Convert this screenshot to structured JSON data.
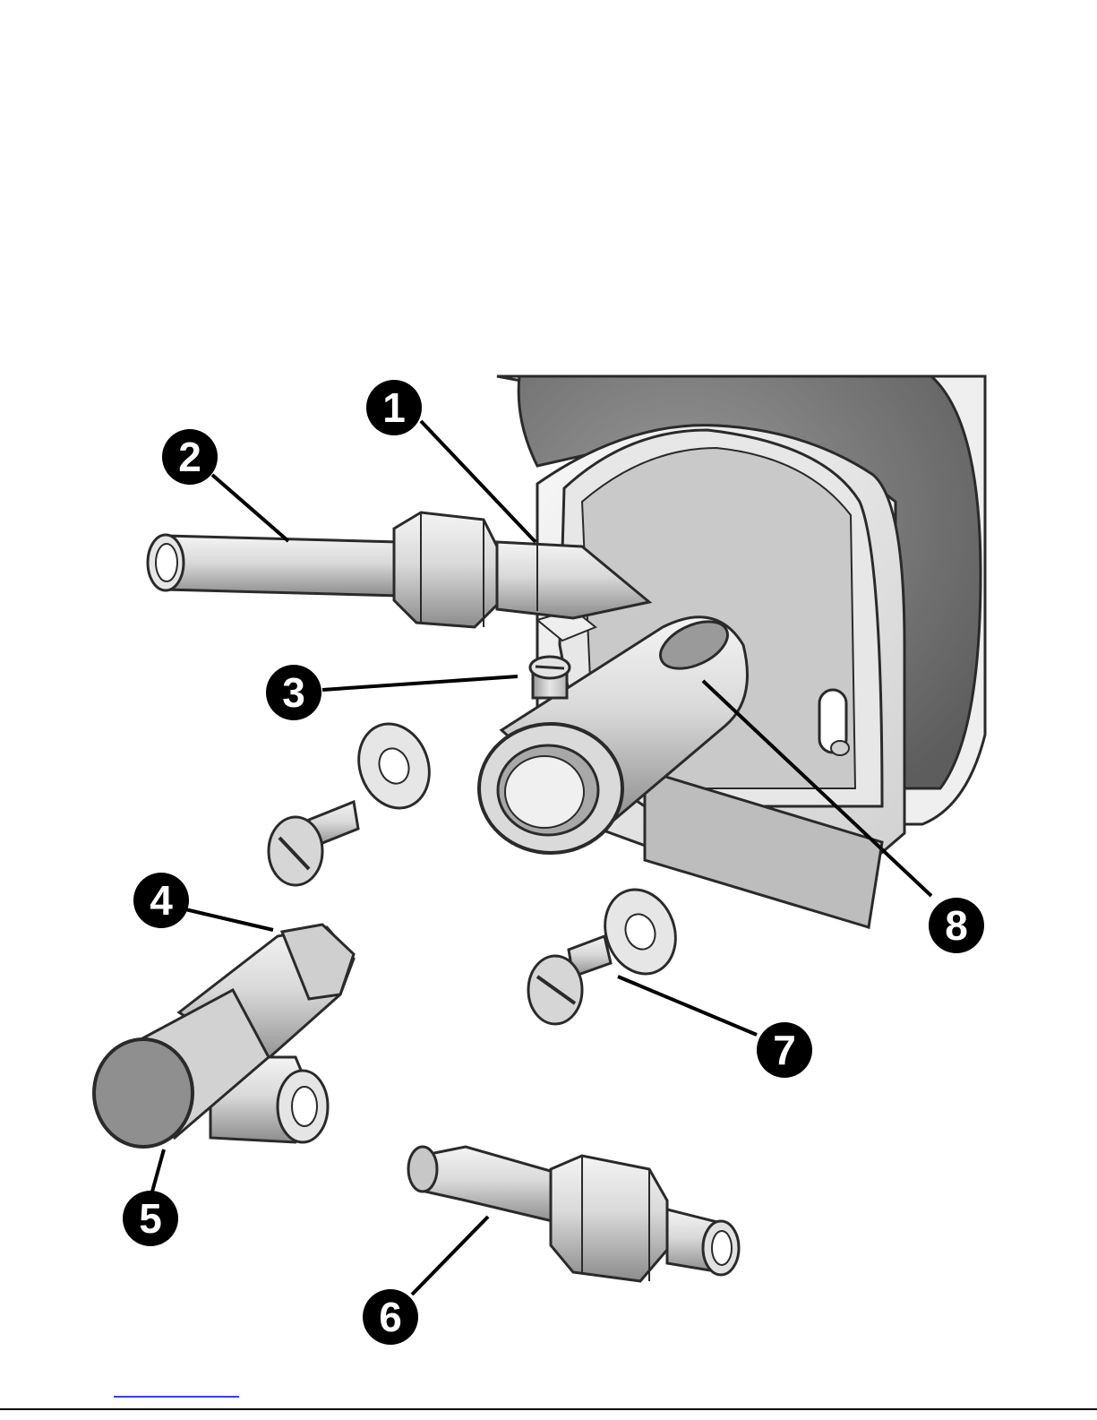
{
  "colors": {
    "metal_light": "#e8e8e8",
    "metal_mid": "#bdbdbd",
    "metal_dark": "#8a8a8a",
    "housing_fill": "#f2f2f2",
    "drum_fill": "#7d7d7d",
    "outline": "#2a2a2a",
    "callout_fill": "#000000",
    "callout_text": "#ffffff",
    "footer_link": "#3a3aff"
  },
  "callouts": [
    {
      "id": "1",
      "label": "1"
    },
    {
      "id": "2",
      "label": "2"
    },
    {
      "id": "3",
      "label": "3"
    },
    {
      "id": "4",
      "label": "4"
    },
    {
      "id": "5",
      "label": "5"
    },
    {
      "id": "6",
      "label": "6"
    },
    {
      "id": "7",
      "label": "7"
    },
    {
      "id": "8",
      "label": "8"
    }
  ]
}
